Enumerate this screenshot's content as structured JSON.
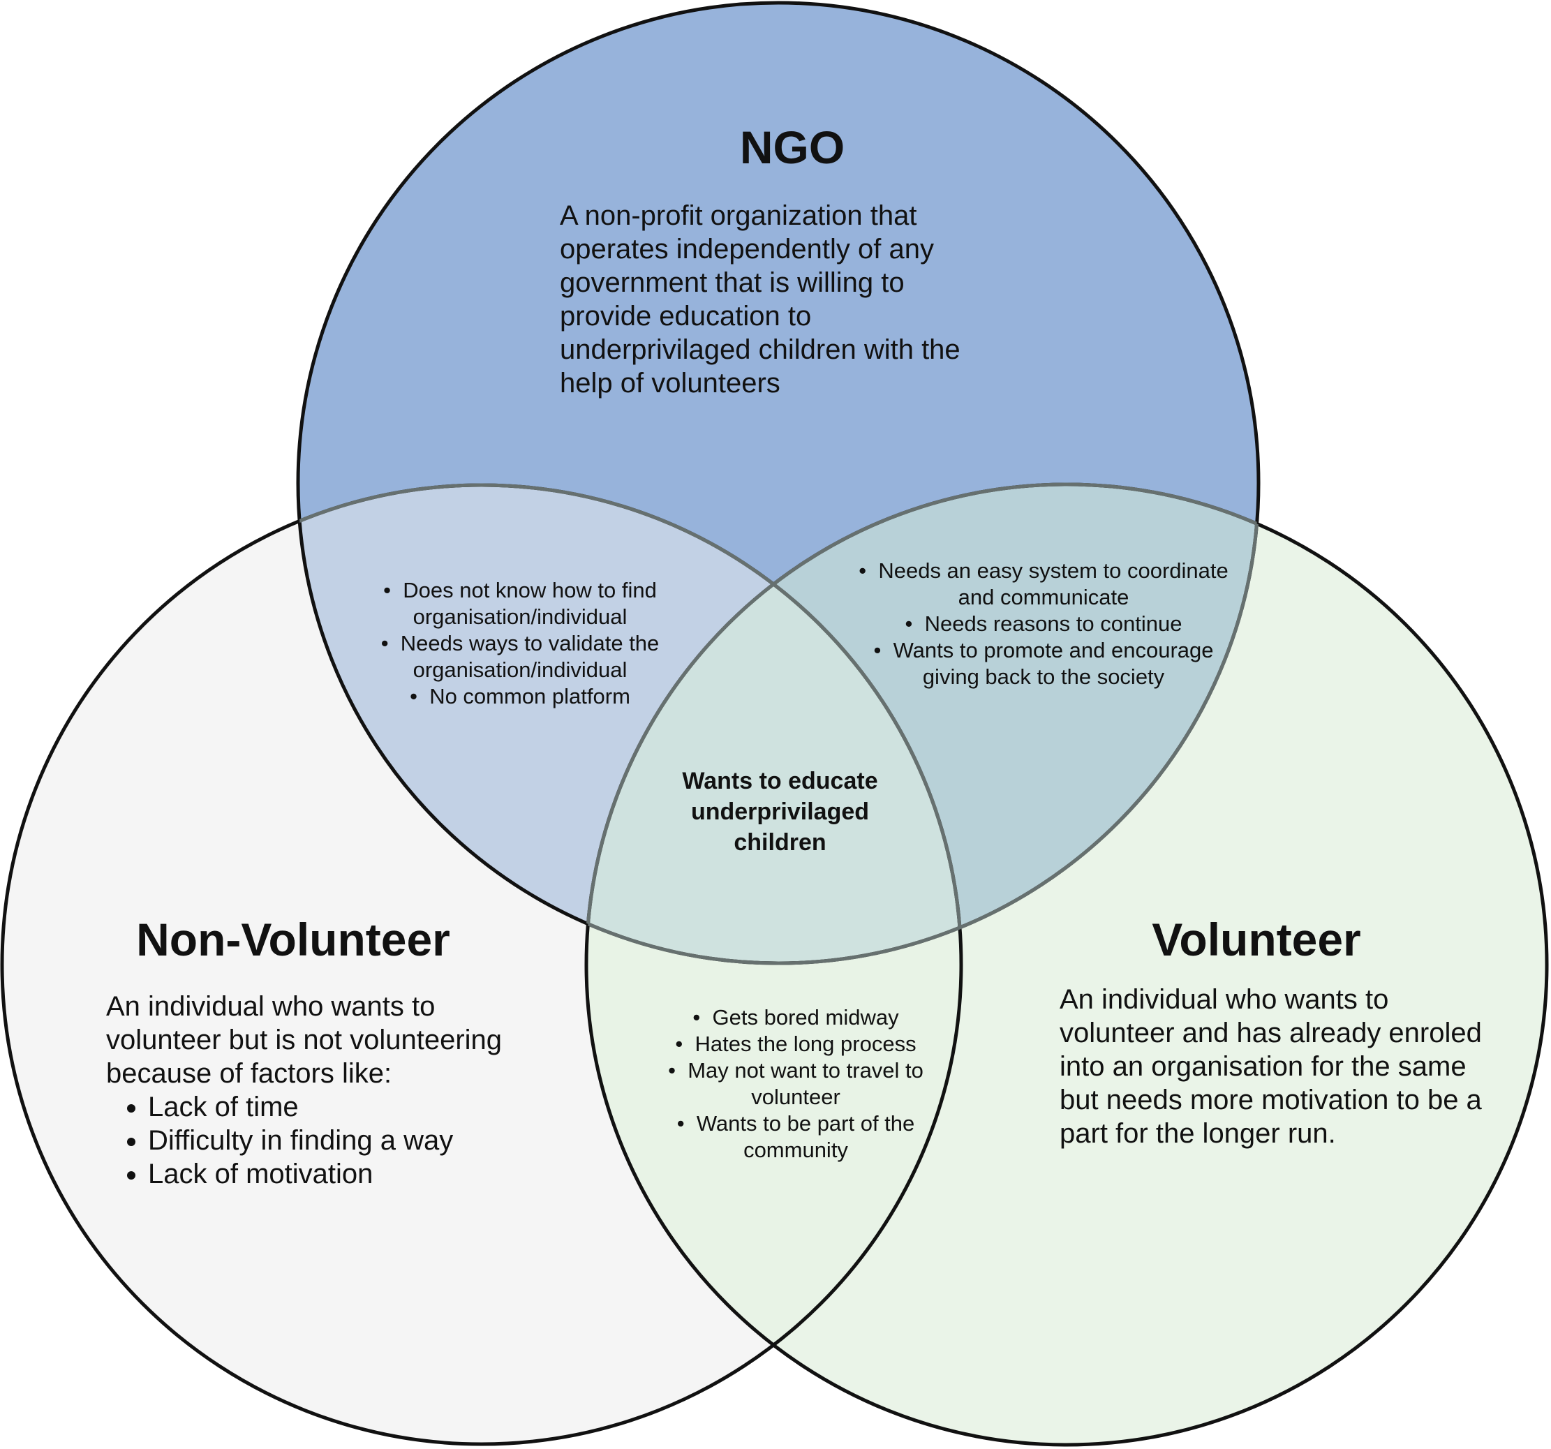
{
  "ngo": {
    "title": "NGO",
    "description": "A non-profit organization that operates independently of any government that is willing to provide education to underprivilaged children with the help of volunteers",
    "color": "#97b3db"
  },
  "non_volunteer": {
    "title": "Non-Volunteer",
    "description": "An individual who wants to volunteer but is not volunteering because of factors like:",
    "factors": [
      "Lack of time",
      "Difficulty in finding a way",
      "Lack of motivation"
    ],
    "color": "#f5f5f5"
  },
  "volunteer": {
    "title": "Volunteer",
    "description": "An individual who wants to volunteer and has already enroled into an organisation for the same but needs more motivation to be a part for the longer run.",
    "color": "#eaf4e8"
  },
  "overlap_ngo_nonvolunteer": {
    "items": [
      "Does not know how to find organisation/individual",
      "Needs ways to validate the organisation/individual",
      "No common platform"
    ]
  },
  "overlap_ngo_volunteer": {
    "items": [
      "Needs an easy system to coordinate and communicate",
      "Needs reasons to continue",
      "Wants to promote and encourage giving back to the society"
    ]
  },
  "overlap_nonvolunteer_volunteer": {
    "items": [
      "Gets bored midway",
      "Hates the long process",
      "May not want to travel to volunteer",
      "Wants to be part of the community"
    ]
  },
  "center": {
    "text": "Wants to educate underprivilaged children"
  }
}
